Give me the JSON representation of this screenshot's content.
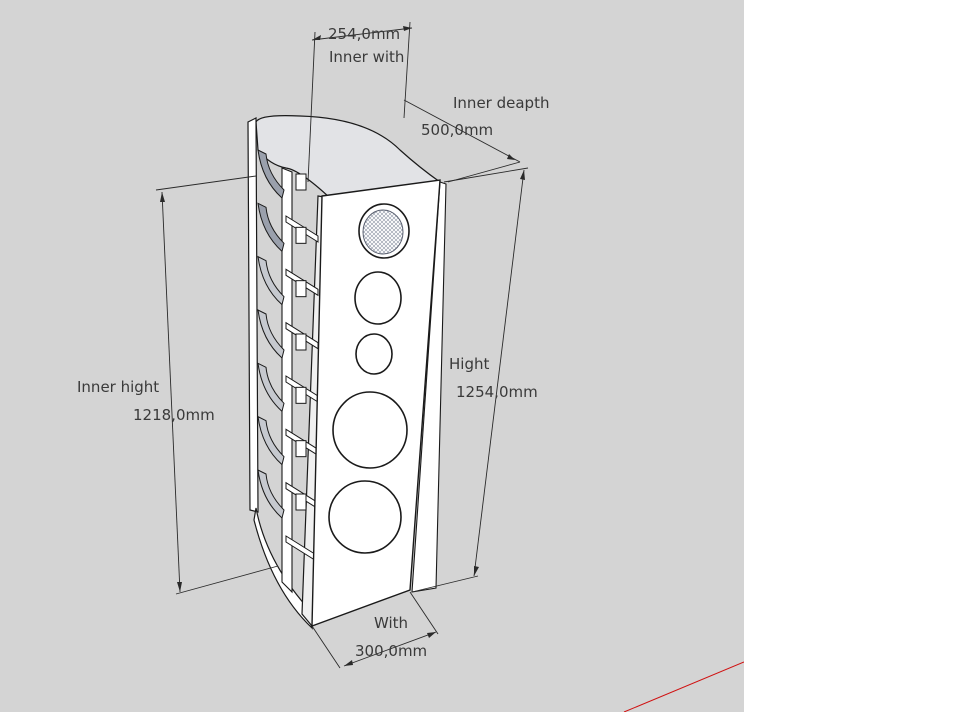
{
  "colors": {
    "background": "#d4d4d4",
    "margin": "#ffffff",
    "face": "#ffffff",
    "shade": "#b8bcc4",
    "top_face": "#e4e4e6",
    "axis_red": "#d01010"
  },
  "dimensions": {
    "inner_width": {
      "value": "254,0mm",
      "label": "Inner with"
    },
    "inner_depth": {
      "value": "500,0mm",
      "label": "Inner deapth"
    },
    "inner_height": {
      "value": "1218,0mm",
      "label": "Inner hight"
    },
    "height": {
      "value": "1254,0mm",
      "label": "Hight"
    },
    "width": {
      "value": "300,0mm",
      "label": "With"
    }
  },
  "model": {
    "name": "speaker-cabinet",
    "driver_holes": 5,
    "tweeter_has_mesh": true,
    "internal_braces": 7
  }
}
